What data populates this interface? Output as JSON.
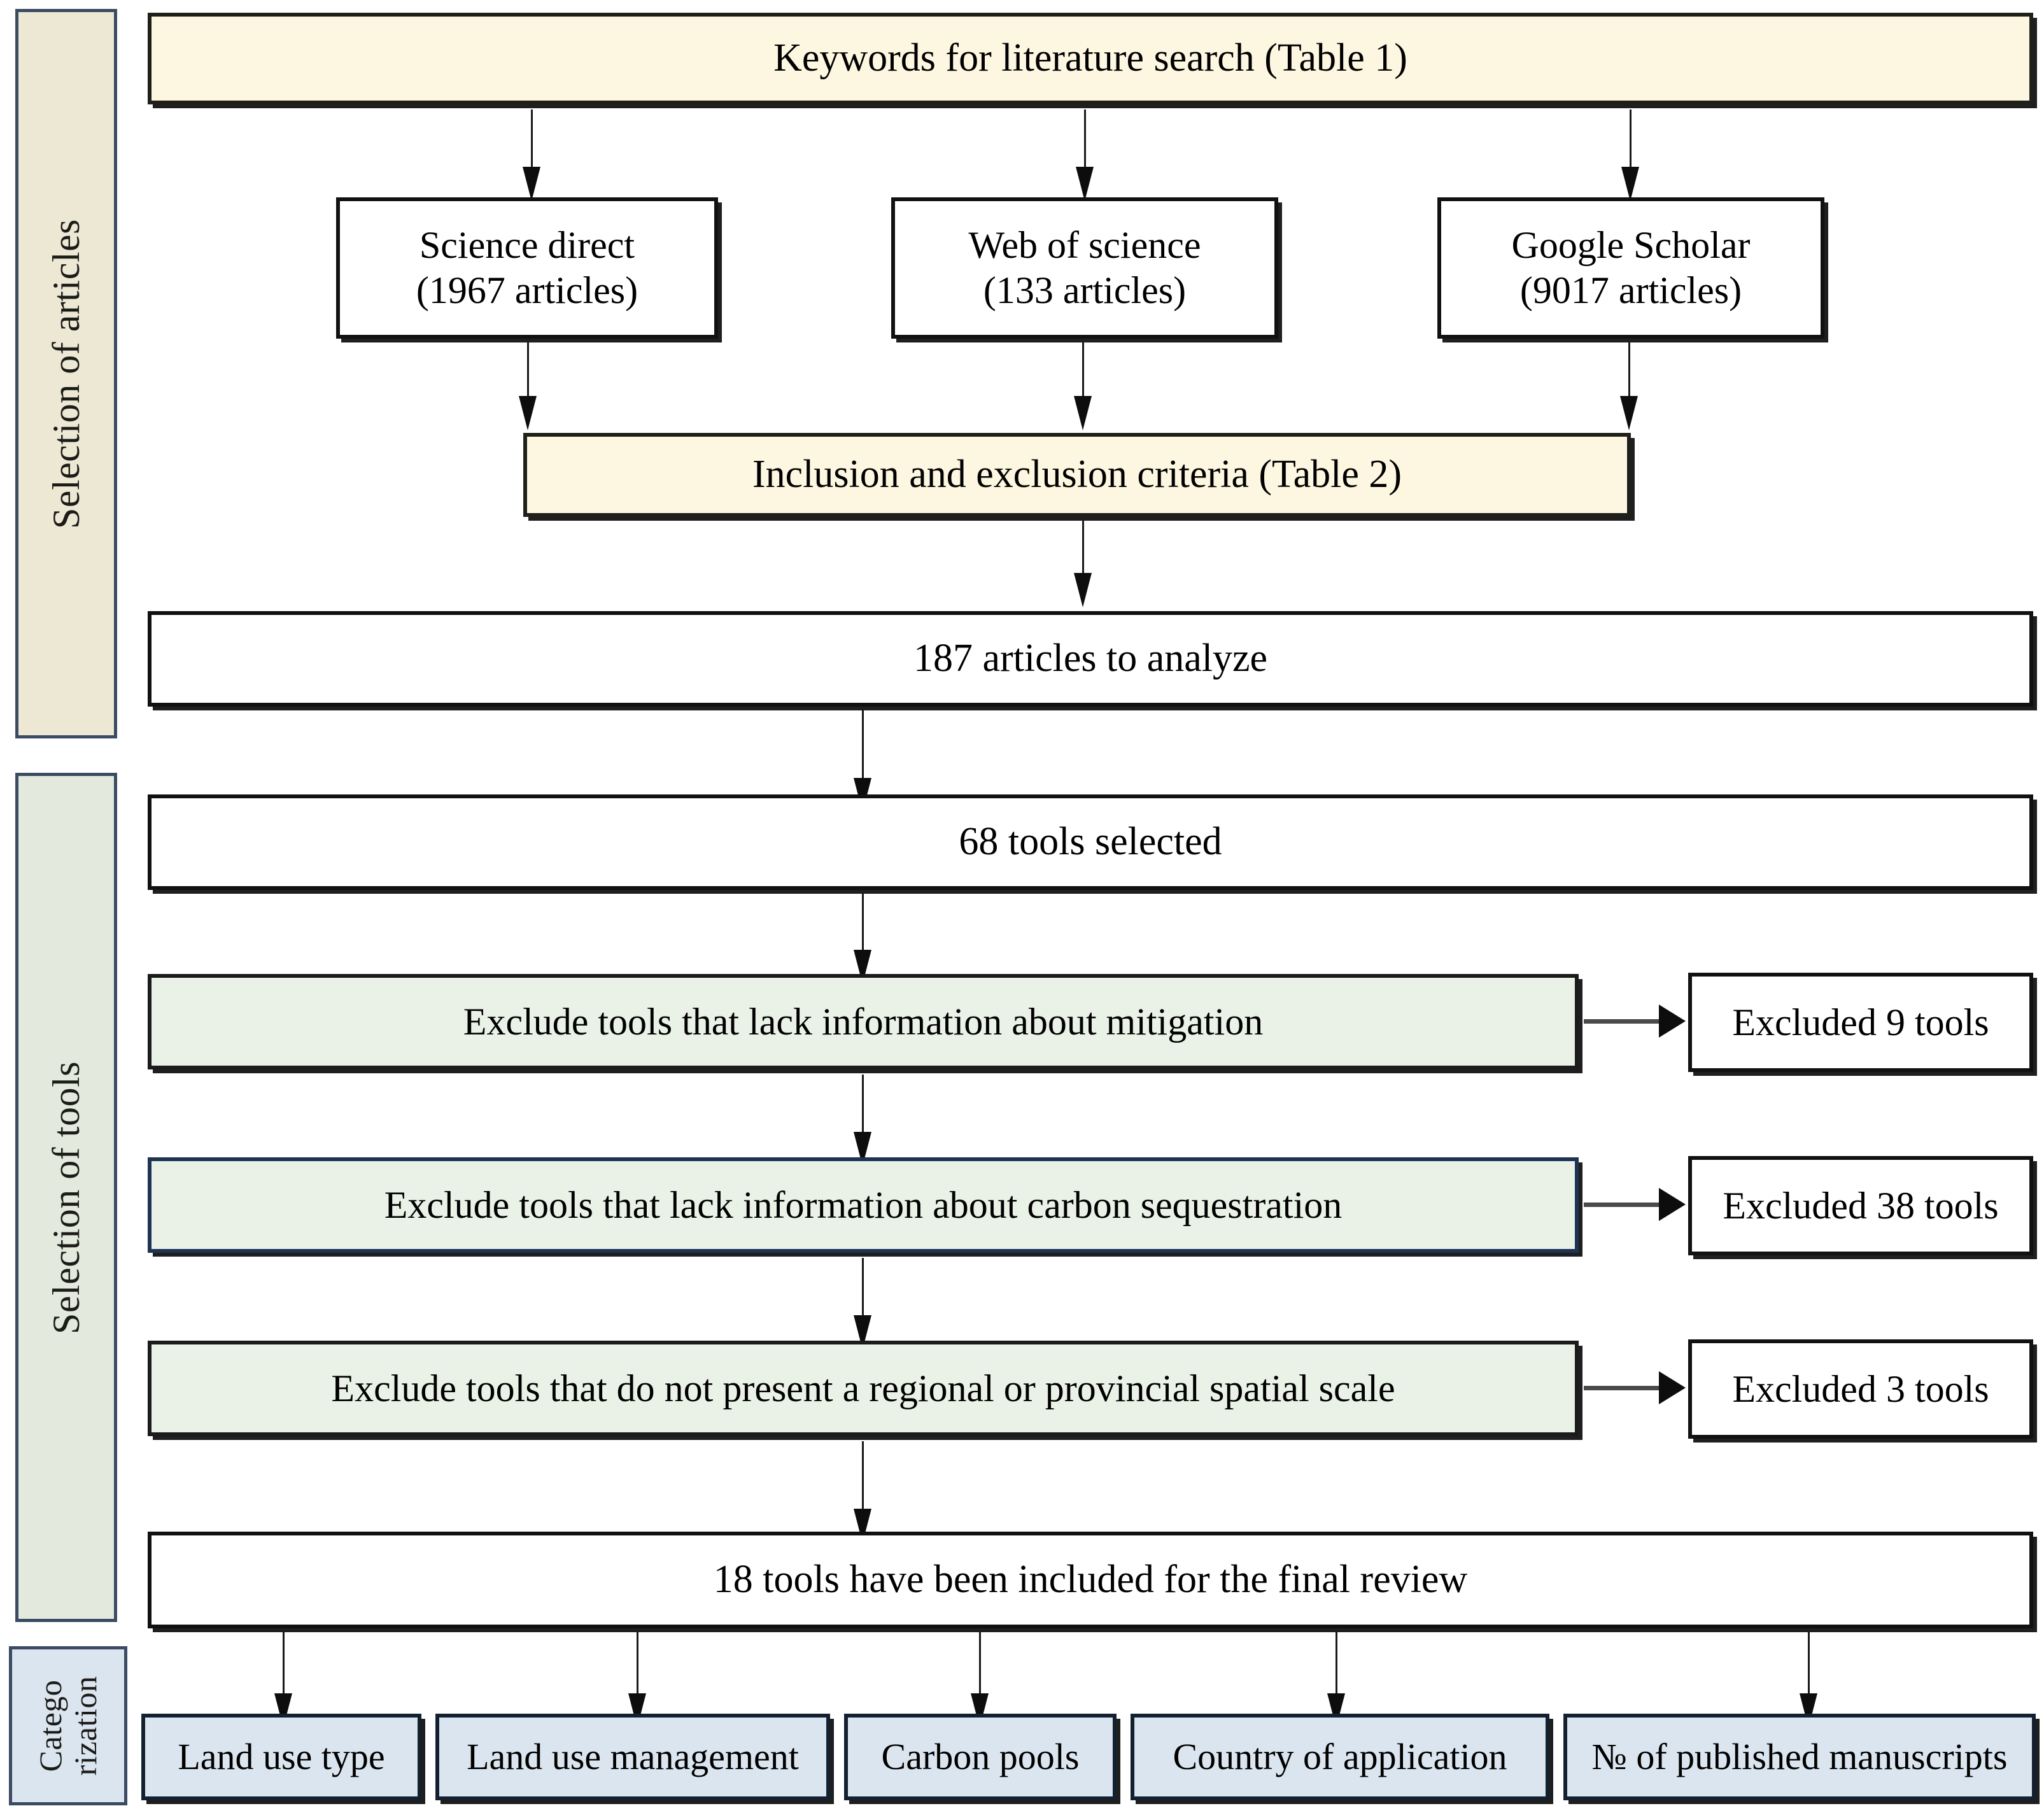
{
  "diagram": {
    "title": "PRISMA-style literature and tool selection flowchart",
    "colors": {
      "cream_fill": "#fdf6e0",
      "green_fill": "#eaf1e6",
      "blue_fill": "#dbe5ef",
      "white_fill": "#ffffff",
      "rail_border": "#3b4b63",
      "navy_border": "#1f3352",
      "dark_border": "#111111"
    },
    "rails": [
      {
        "id": "selection-of-articles",
        "label": "Selection of articles"
      },
      {
        "id": "selection-of-tools",
        "label": "Selection of tools"
      },
      {
        "id": "categorization",
        "label_line1": "Catego",
        "label_line2": "rization"
      }
    ],
    "stage_articles": {
      "keywords_box": "Keywords for literature search (Table 1)",
      "databases": [
        {
          "name": "Science direct",
          "count": "(1967 articles)"
        },
        {
          "name": "Web of science",
          "count": "(133 articles)"
        },
        {
          "name": "Google Scholar",
          "count": "(9017 articles)"
        }
      ],
      "criteria_box": "Inclusion and exclusion criteria (Table 2)",
      "articles_result": "187 articles to analyze"
    },
    "stage_tools": {
      "tools_selected": "68 tools selected",
      "exclusion_steps": [
        {
          "criterion": "Exclude tools that lack information about mitigation",
          "excluded": "Excluded 9 tools"
        },
        {
          "criterion": "Exclude tools that lack information about carbon sequestration",
          "excluded": "Excluded 38 tools"
        },
        {
          "criterion": "Exclude tools that do not present a regional or provincial spatial scale",
          "excluded": "Excluded 3 tools"
        }
      ],
      "final_result": "18 tools have been included for the final review"
    },
    "stage_categorization": {
      "categories": [
        "Land use type",
        "Land use management",
        "Carbon pools",
        "Country of application",
        "№ of published manuscripts"
      ]
    }
  }
}
